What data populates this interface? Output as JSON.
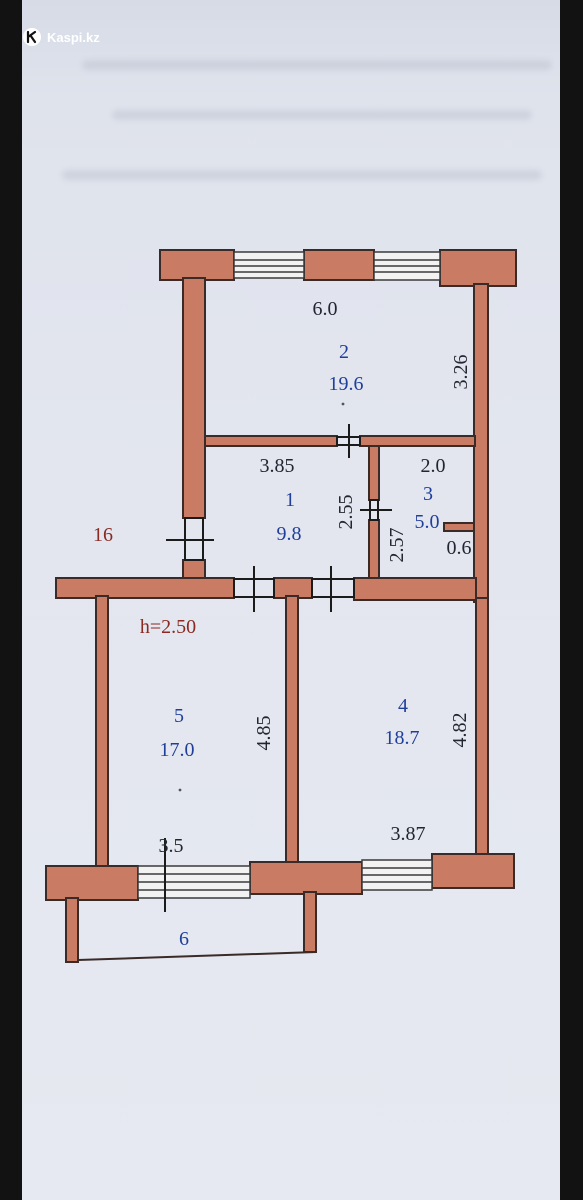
{
  "brand": {
    "name": "Kaspi.kz",
    "icon": "kaspi-logo-icon"
  },
  "plan": {
    "rooms": [
      {
        "number": "1",
        "area": "9.8"
      },
      {
        "number": "2",
        "area": "19.6"
      },
      {
        "number": "3",
        "area": "5.0"
      },
      {
        "number": "4",
        "area": "18.7"
      },
      {
        "number": "5",
        "area": "17.0"
      },
      {
        "number": "6",
        "area": ""
      }
    ],
    "dimensions": [
      "6.0",
      "3.26",
      "3.85",
      "2.55",
      "2.0",
      "2.57",
      "0.6",
      "4.85",
      "4.82",
      "3.5",
      "3.87"
    ],
    "apartment_number": "16",
    "ceiling_height": "h=2.50",
    "colors": {
      "wall": "#c97b63",
      "wall_outline": "#3a2a28",
      "room_labels": "#1f3f9a",
      "dimension_labels": "#222630",
      "red_labels": "#8a2a22"
    }
  }
}
